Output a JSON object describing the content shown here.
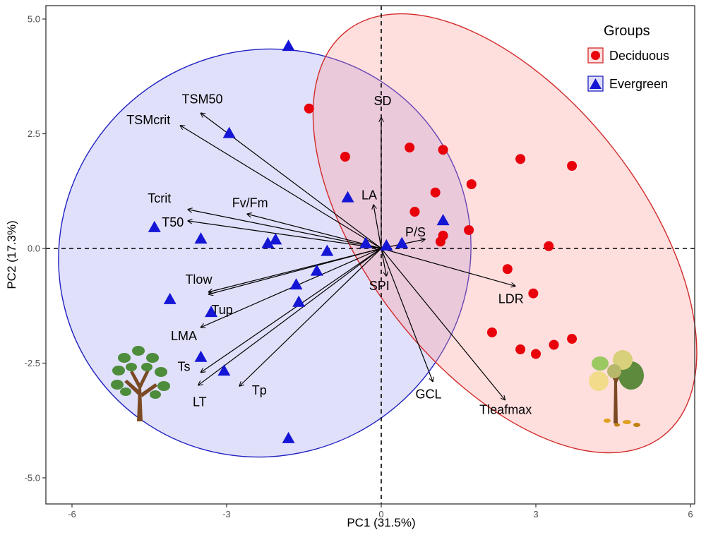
{
  "chart_data": {
    "type": "scatter",
    "xlabel": "PC1 (31.5%)",
    "ylabel": "PC2 (17.3%)",
    "xlim": [
      -6.4,
      6.3
    ],
    "ylim": [
      -5.4,
      5.15
    ],
    "x_ticks": [
      -6,
      -3,
      0,
      3,
      6
    ],
    "y_ticks": [
      -5.0,
      -2.5,
      0.0,
      2.5,
      5.0
    ],
    "x_tick_labels": [
      "-6",
      "-3",
      "0",
      "3",
      "6"
    ],
    "y_tick_labels": [
      "-5.0",
      "-2.5",
      "0.0",
      "2.5",
      "5.0"
    ],
    "grid": false,
    "reference_lines": {
      "x": 0,
      "y": 0,
      "style": "dashed"
    },
    "legend": {
      "title": "Groups",
      "position": "top-right",
      "entries": [
        {
          "label": "Deciduous",
          "marker": "circle",
          "color": "#e8000b"
        },
        {
          "label": "Evergreen",
          "marker": "triangle",
          "color": "#1515d6"
        }
      ]
    },
    "colors": {
      "deciduous": "#e8000b",
      "evergreen": "#1515d6",
      "deciduous_fill": "#ff9999",
      "evergreen_fill": "#9999ee",
      "deciduous_edge": "#d22a2a",
      "evergreen_edge": "#2020c0"
    },
    "series": [
      {
        "name": "Deciduous",
        "marker": "circle",
        "points": [
          [
            -1.4,
            3.05
          ],
          [
            -0.7,
            2.0
          ],
          [
            0.55,
            2.2
          ],
          [
            1.2,
            2.15
          ],
          [
            2.7,
            1.95
          ],
          [
            3.7,
            1.8
          ],
          [
            1.05,
            1.22
          ],
          [
            1.75,
            1.4
          ],
          [
            0.65,
            0.8
          ],
          [
            1.2,
            0.28
          ],
          [
            1.15,
            0.15
          ],
          [
            1.7,
            0.4
          ],
          [
            3.25,
            0.05
          ],
          [
            2.45,
            -0.45
          ],
          [
            2.95,
            -0.98
          ],
          [
            2.15,
            -1.83
          ],
          [
            2.7,
            -2.2
          ],
          [
            3.0,
            -2.3
          ],
          [
            3.35,
            -2.1
          ],
          [
            3.7,
            -1.97
          ]
        ]
      },
      {
        "name": "Evergreen",
        "marker": "triangle",
        "points": [
          [
            -1.8,
            4.4
          ],
          [
            -2.95,
            2.5
          ],
          [
            -0.65,
            1.1
          ],
          [
            1.2,
            0.6
          ],
          [
            -4.4,
            0.45
          ],
          [
            -3.5,
            0.2
          ],
          [
            -2.05,
            0.18
          ],
          [
            -2.2,
            0.1
          ],
          [
            -0.3,
            0.1
          ],
          [
            0.1,
            0.05
          ],
          [
            0.4,
            0.1
          ],
          [
            -1.05,
            -0.07
          ],
          [
            -1.25,
            -0.5
          ],
          [
            -1.65,
            -0.8
          ],
          [
            -1.6,
            -1.18
          ],
          [
            -4.1,
            -1.12
          ],
          [
            -3.3,
            -1.4
          ],
          [
            -3.5,
            -2.38
          ],
          [
            -3.05,
            -2.68
          ],
          [
            -1.8,
            -4.15
          ]
        ]
      }
    ],
    "ellipses": [
      {
        "group": "Evergreen",
        "cx": -2.26,
        "cy": -0.1,
        "rx_px": 295,
        "ry_px": 286,
        "rotate_deg": -35
      },
      {
        "group": "Deciduous",
        "cx": 2.4,
        "cy": 0.33,
        "rx_px": 364,
        "ry_px": 195,
        "rotate_deg": 52
      }
    ],
    "loadings": [
      {
        "label": "TSM50",
        "x": -3.5,
        "y": 2.95
      },
      {
        "label": "TSMcrit",
        "x": -3.9,
        "y": 2.68
      },
      {
        "label": "SD",
        "x": 0.0,
        "y": 2.85
      },
      {
        "label": "LA",
        "x": -0.15,
        "y": 0.95
      },
      {
        "label": "Tcrit",
        "x": -3.75,
        "y": 0.85
      },
      {
        "label": "T50",
        "x": -3.75,
        "y": 0.6
      },
      {
        "label": "Fv/Fm",
        "x": -2.6,
        "y": 0.75
      },
      {
        "label": "P/S",
        "x": 0.85,
        "y": 0.2
      },
      {
        "label": "Tlow",
        "x": -3.35,
        "y": -0.95
      },
      {
        "label": "Tup",
        "x": -3.35,
        "y": -1.0
      },
      {
        "label": "LMA",
        "x": -3.5,
        "y": -1.72
      },
      {
        "label": "Ts",
        "x": -3.5,
        "y": -2.7
      },
      {
        "label": "LT",
        "x": -3.55,
        "y": -2.98
      },
      {
        "label": "Tp",
        "x": -2.75,
        "y": -3.0
      },
      {
        "label": "SPI",
        "x": 0.1,
        "y": -0.6
      },
      {
        "label": "GCL",
        "x": 1.0,
        "y": -2.9
      },
      {
        "label": "LDR",
        "x": 2.6,
        "y": -0.82
      },
      {
        "label": "Tleafmax",
        "x": 2.4,
        "y": -3.3
      }
    ],
    "icons": [
      "green-tree-icon",
      "autumn-tree-icon"
    ]
  }
}
